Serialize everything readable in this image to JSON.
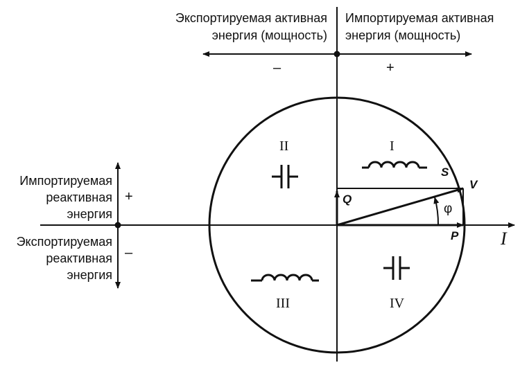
{
  "top": {
    "export_active": [
      "Экспортируемая активная",
      "энергия (мощность)"
    ],
    "import_active": [
      "Импортируемая активная",
      "энергия (мощность)"
    ],
    "minus": "–",
    "plus": "+"
  },
  "left": {
    "import_reactive": [
      "Импортируемая",
      "реактивная",
      "энергия"
    ],
    "export_reactive": [
      "Экспортируемая",
      "реактивная",
      "энергия"
    ],
    "plus": "+",
    "minus": "–"
  },
  "quadrants": {
    "q1": "I",
    "q2": "II",
    "q3": "III",
    "q4": "IV"
  },
  "vectors": {
    "s": "S",
    "v": "V",
    "q": "Q",
    "p": "P",
    "phi": "φ",
    "current_axis": "I"
  },
  "icons": {
    "q1": "inductor-icon",
    "q2": "capacitor-icon",
    "q3": "inductor-icon",
    "q4": "capacitor-icon"
  },
  "colors": {
    "ink": "#111111",
    "background": "#ffffff"
  }
}
